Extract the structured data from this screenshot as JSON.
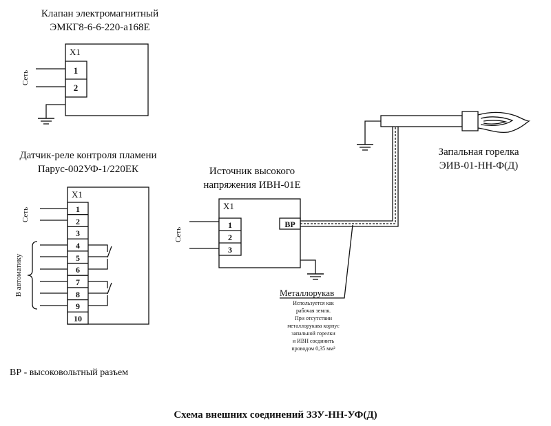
{
  "valve": {
    "title_line1": "Клапан электромагнитный",
    "title_line2": "ЭМКГ8-6-6-220-а168Е",
    "connector": "X1",
    "pins": [
      "1",
      "2"
    ],
    "side_label": "Сеть"
  },
  "sensor": {
    "title_line1": "Датчик-реле контроля пламени",
    "title_line2": "Парус-002УФ-1/220ЕК",
    "connector": "X1",
    "pins": [
      "1",
      "2",
      "3",
      "4",
      "5",
      "6",
      "7",
      "8",
      "9",
      "10"
    ],
    "side_label_net": "Сеть",
    "side_label_auto": "В автоматику"
  },
  "ignition_source": {
    "title_line1": "Источник высокого",
    "title_line2": "напряжения ИВН-01Е",
    "connector": "X1",
    "pins": [
      "1",
      "2",
      "3"
    ],
    "hv_connector": "ВР",
    "side_label": "Сеть"
  },
  "burner": {
    "title_line1": "Запальная горелка",
    "title_line2": "ЭИВ-01-НН-Ф(Д)"
  },
  "metal_sleeve": {
    "label": "Металлорукав",
    "note_lines": [
      "Используется как",
      "рабочая земля.",
      "При отсутствии",
      "металлорукава корпус",
      "запальной горелки",
      "и ИВН соединить",
      "проводом 0,35 мм²"
    ]
  },
  "legend": "ВР - высоковольтный разъем",
  "caption": "Схема внешних соединений ЗЗУ-НН-УФ(Д)"
}
